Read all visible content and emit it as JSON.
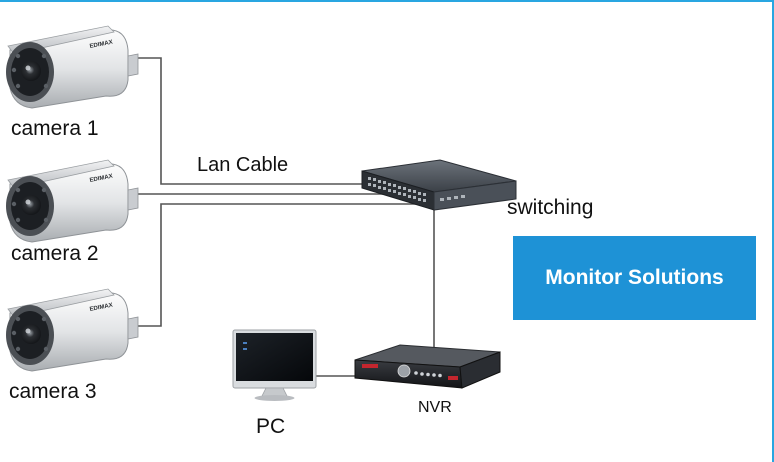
{
  "cameras": [
    {
      "label": "camera 1",
      "brand": "EDIMAX"
    },
    {
      "label": "camera 2",
      "brand": "EDIMAX"
    },
    {
      "label": "camera 3",
      "brand": "EDIMAX"
    }
  ],
  "cable_label": "Lan Cable",
  "switch_label": "switching",
  "monitor_box": {
    "title": "Monitor Solutions",
    "color": "#1e92d6"
  },
  "pc_label": "PC",
  "nvr_label": "NVR",
  "colors": {
    "accent_border": "#29a6e1",
    "cable": "#555555"
  },
  "icons": [
    "bullet-camera-icon",
    "network-switch-icon",
    "nvr-recorder-icon",
    "pc-monitor-icon"
  ]
}
